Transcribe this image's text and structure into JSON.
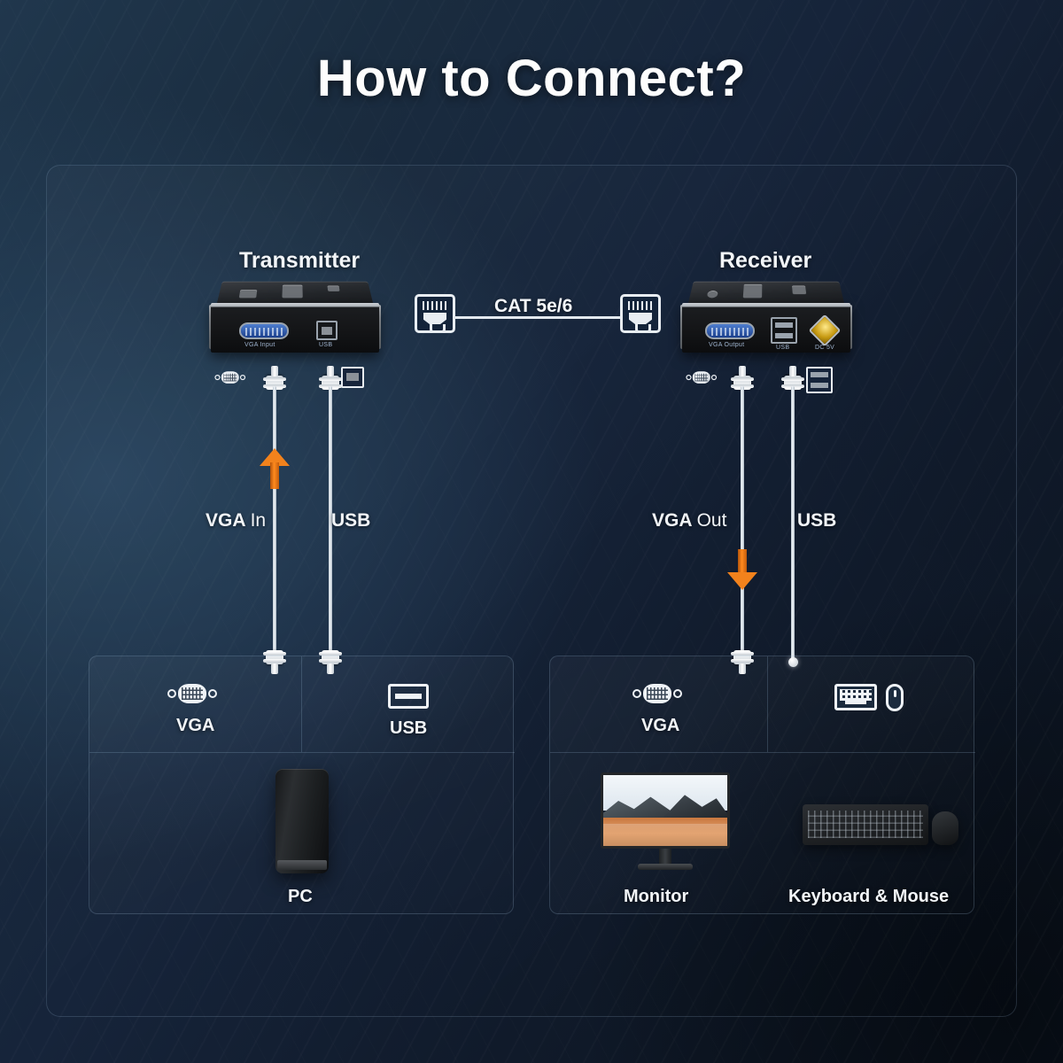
{
  "page": {
    "title": "How to Connect?"
  },
  "diagram": {
    "transmitter": {
      "title": "Transmitter",
      "vga_port_caption": "VGA Input",
      "usb_port_caption": "USB"
    },
    "receiver": {
      "title": "Receiver",
      "vga_port_caption": "VGA Output",
      "usb_port_caption": "USB",
      "power_port_caption": "DC 5V"
    },
    "link": {
      "cable_label": "CAT 5e/6",
      "left_connector_icon": "rj45-icon",
      "right_connector_icon": "rj45-icon"
    },
    "cables": [
      {
        "name": "vga-in",
        "label_strong": "VGA",
        "label_light": "In",
        "arrow": "arrow-up-icon",
        "color": "#f2821c"
      },
      {
        "name": "usb-left",
        "label_strong": "USB",
        "label_light": "",
        "arrow": "",
        "color": "#e3e9ef"
      },
      {
        "name": "vga-out",
        "label_strong": "VGA",
        "label_light": "Out",
        "arrow": "arrow-down-icon",
        "color": "#f2821c"
      },
      {
        "name": "usb-right",
        "label_strong": "USB",
        "label_light": "",
        "arrow": "",
        "color": "#e3e9ef"
      }
    ],
    "pc_panel": {
      "ports": [
        {
          "label": "VGA",
          "icon": "vga-port-icon"
        },
        {
          "label": "USB",
          "icon": "usb-a-port-icon"
        }
      ],
      "device_label": "PC"
    },
    "peripheral_panel": {
      "ports": [
        {
          "label": "VGA",
          "icon": "vga-port-icon"
        },
        {
          "label": "",
          "icon": "keyboard-mouse-icon"
        }
      ],
      "device_labels": [
        "Monitor",
        "Keyboard & Mouse"
      ]
    }
  },
  "colors": {
    "accent_orange": "#f2821c",
    "cable_white": "#e3e9ef",
    "background_navy": "#16243a",
    "vga_blue": "#1b3f8c",
    "dc_gold": "#c79a12",
    "text": "#f2f5f8"
  }
}
